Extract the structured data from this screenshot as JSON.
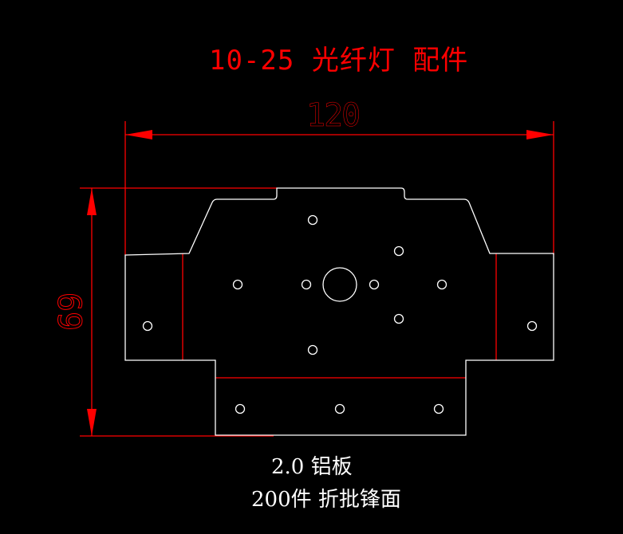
{
  "title": "10-25 光纤灯 配件",
  "dimensions": {
    "width": "120",
    "height": "69"
  },
  "notes": {
    "material": "2.0 铝板",
    "quantity_process": "200件 折批锋面"
  },
  "colors": {
    "dimension": "#ff0000",
    "outline": "#ffffff",
    "background": "#000000"
  }
}
